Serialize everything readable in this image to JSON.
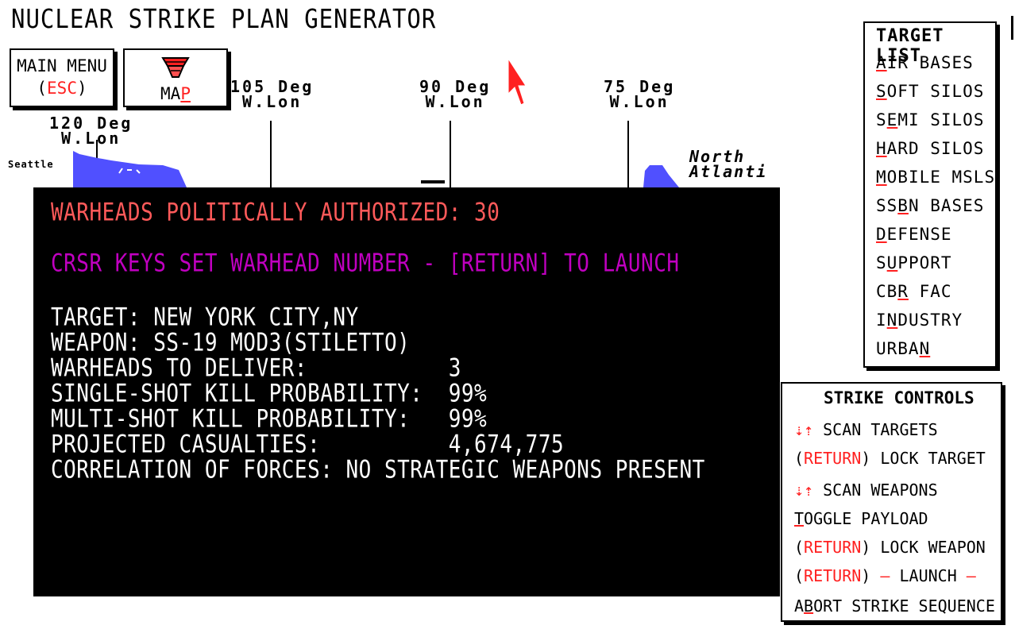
{
  "app": {
    "title": "NUCLEAR STRIKE PLAN GENERATOR"
  },
  "buttons": {
    "main_menu_line1": "MAIN MENU",
    "main_menu_line2_open": "(",
    "main_menu_line2_key": "ESC",
    "main_menu_line2_close": ")",
    "map_label_pre": "MA",
    "map_label_key": "P"
  },
  "map": {
    "longitudes": [
      {
        "deg": "120 Deg",
        "unit": "W.Lon"
      },
      {
        "deg": "105 Deg",
        "unit": "W.Lon"
      },
      {
        "deg": "90 Deg",
        "unit": "W.Lon"
      },
      {
        "deg": "75 Deg",
        "unit": "W.Lon"
      }
    ],
    "ocean_label_1": "North",
    "ocean_label_2": "Atlanti",
    "city_label": "Seattle"
  },
  "dialog": {
    "authorized": "WARHEADS POLITICALLY AUTHORIZED: 30",
    "instruction": "CRSR KEYS SET WARHEAD NUMBER - [RETURN] TO LAUNCH",
    "rows": [
      "TARGET: NEW YORK CITY,NY",
      "WEAPON: SS-19 MOD3(STILETTO)",
      "WARHEADS TO DELIVER:           3",
      "SINGLE-SHOT KILL PROBABILITY:  99%",
      "MULTI-SHOT KILL PROBABILITY:   99%",
      "PROJECTED CASUALTIES:          4,674,775",
      "CORRELATION OF FORCES: NO STRATEGIC WEAPONS PRESENT"
    ]
  },
  "target_list": {
    "heading": "TARGET LIST",
    "items": [
      {
        "pre": "",
        "key": "A",
        "post": "IR BASES"
      },
      {
        "pre": "",
        "key": "S",
        "post": "OFT SILOS"
      },
      {
        "pre": "S",
        "key": "E",
        "post": "MI SILOS"
      },
      {
        "pre": "",
        "key": "H",
        "post": "ARD SILOS"
      },
      {
        "pre": "",
        "key": "M",
        "post": "OBILE MSLS"
      },
      {
        "pre": "SS",
        "key": "B",
        "post": "N BASES"
      },
      {
        "pre": "",
        "key": "D",
        "post": "EFENSE"
      },
      {
        "pre": "S",
        "key": "U",
        "post": "PPORT"
      },
      {
        "pre": "CB",
        "key": "R",
        "post": " FAC"
      },
      {
        "pre": "I",
        "key": "N",
        "post": "DUSTRY"
      },
      {
        "pre": "URBA",
        "key": "N",
        "post": ""
      }
    ]
  },
  "strike_controls": {
    "heading": "STRIKE CONTROLS",
    "scan_targets": "SCAN TARGETS",
    "return_key": "RETURN",
    "lock_target": "LOCK TARGET",
    "scan_weapons": "SCAN WEAPONS",
    "toggle_key": "T",
    "toggle_payload": "OGGLE PAYLOAD",
    "lock_weapon": "LOCK WEAPON",
    "launch": "LAUNCH",
    "abort_pre": "A",
    "abort_key": "B",
    "abort_post": "ORT STRIKE SEQUENCE"
  },
  "colors": {
    "accent": "#ff2020",
    "dialog_bg": "#000000",
    "authorized": "#ff5a5a",
    "instruction": "#c000c0",
    "map_land": "#5050ff"
  }
}
